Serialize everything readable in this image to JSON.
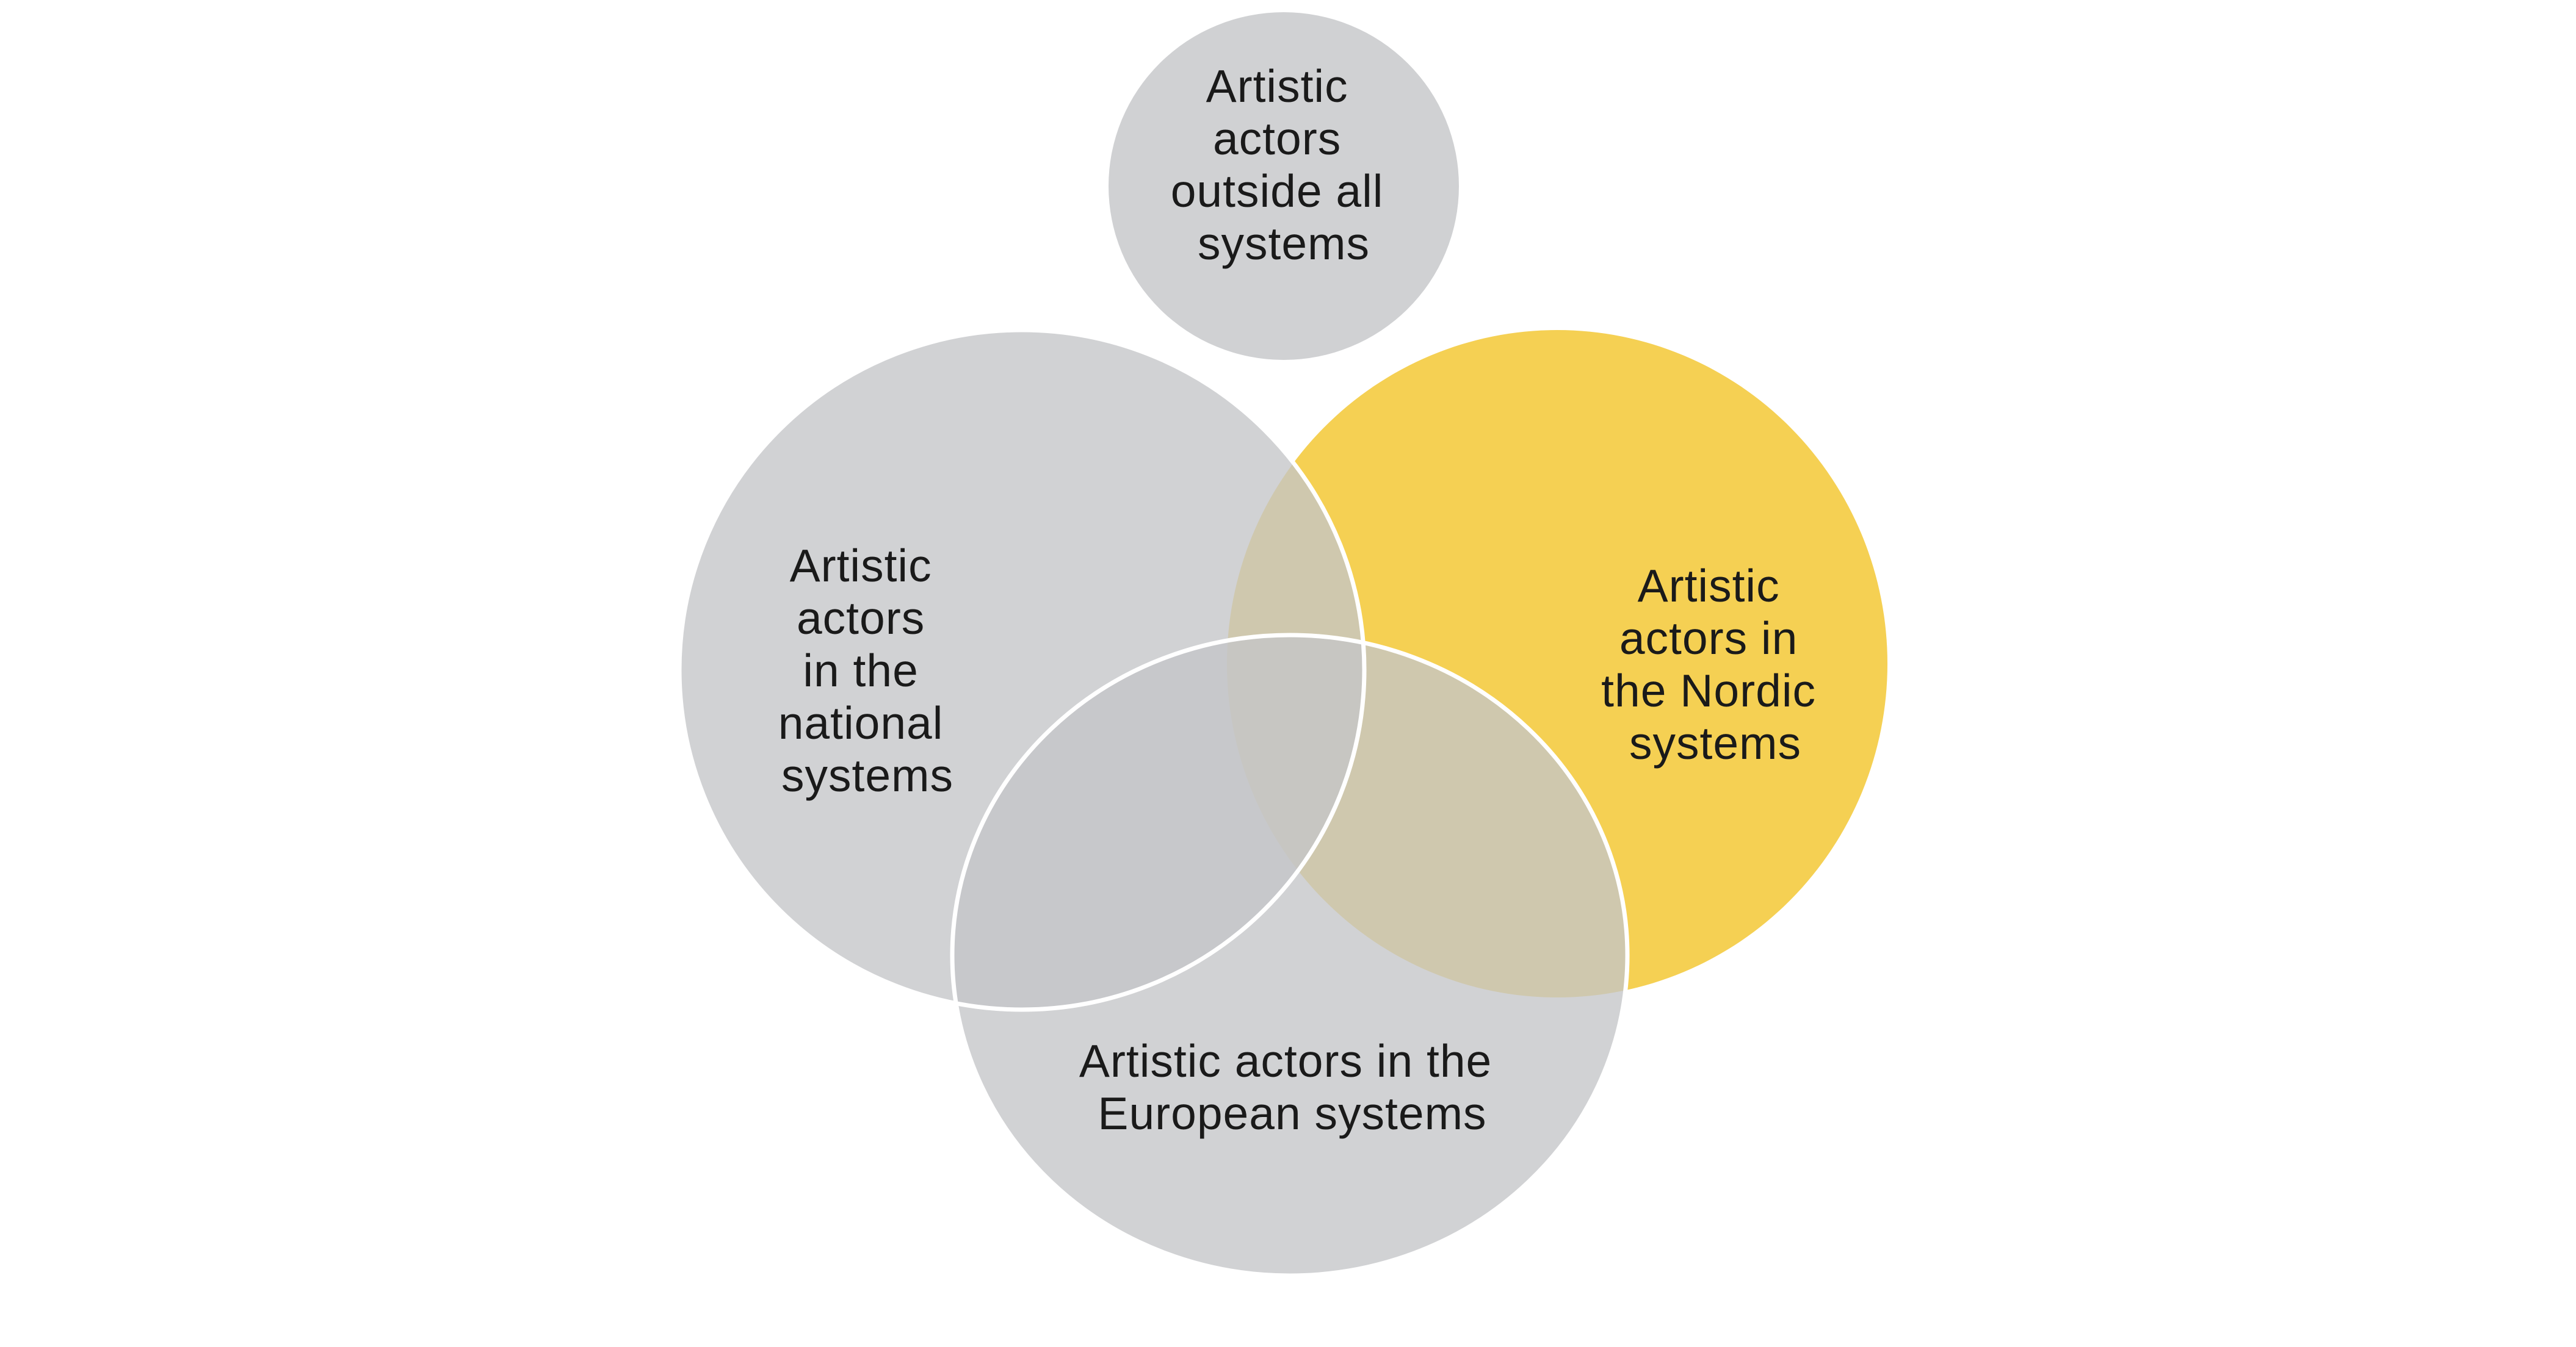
{
  "colors": {
    "grey": "#d0d1d3",
    "yellow": "#f5d053",
    "background": "#ffffff",
    "text": "#1a1a1a"
  },
  "diagram": {
    "outside": {
      "lines": [
        "Artistic",
        "actors",
        "outside all",
        "systems"
      ]
    },
    "national": {
      "lines": [
        "Artistic",
        "actors",
        "in the",
        "national",
        "systems"
      ]
    },
    "nordic": {
      "lines": [
        "Artistic",
        "actors in",
        "the Nordic",
        "systems"
      ]
    },
    "european": {
      "lines": [
        "Artistic actors in the",
        "European systems"
      ]
    }
  }
}
